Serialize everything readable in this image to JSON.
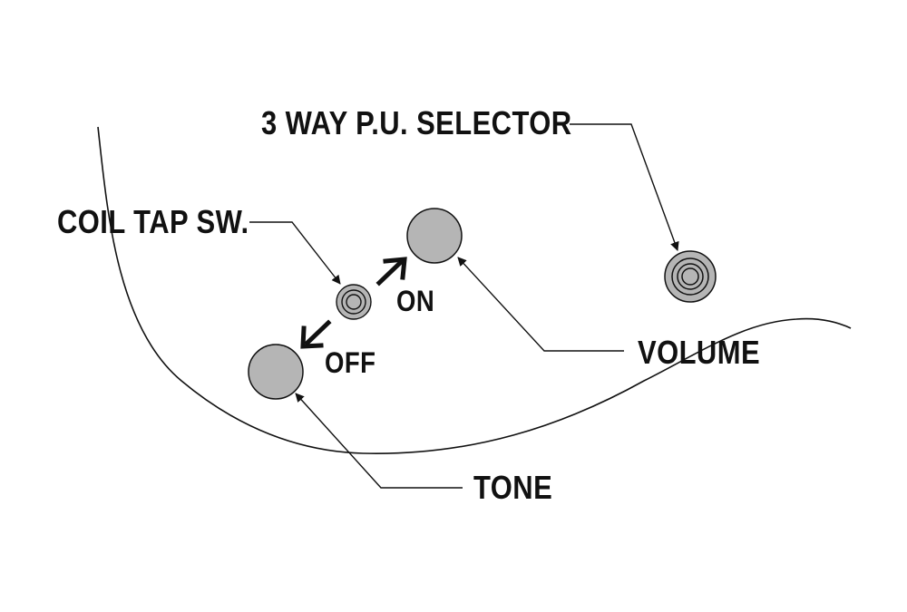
{
  "labels": {
    "selector": "3 WAY P.U. SELECTOR",
    "coil_tap": "COIL TAP SW.",
    "on": "ON",
    "off": "OFF",
    "volume": "VOLUME",
    "tone": "TONE"
  },
  "colors": {
    "line": "#111111",
    "knob_fill": "#b5b5b5",
    "background": "#ffffff"
  }
}
